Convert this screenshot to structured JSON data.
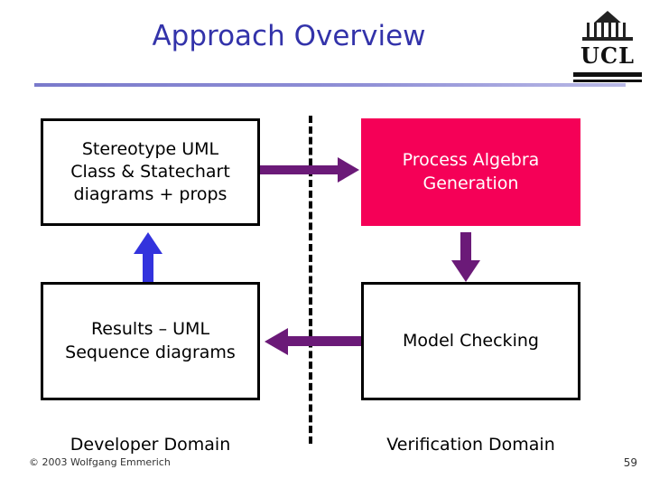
{
  "slide": {
    "title": "Approach Overview",
    "page_number": "59",
    "copyright": "© 2003 Wolfgang Emmerich"
  },
  "logo": {
    "text": "UCL",
    "alt": "ucl-logo"
  },
  "diagram": {
    "boxes": [
      {
        "id": "stereotype",
        "label": "Stereotype UML\nClass & Statechart\ndiagrams + props",
        "fill": "#ffffff",
        "text_color": "#000000"
      },
      {
        "id": "process-algebra",
        "label": "Process Algebra\nGeneration",
        "fill": "#f50057",
        "text_color": "#ffffff"
      },
      {
        "id": "results",
        "label": "Results – UML\nSequence diagrams",
        "fill": "#ffffff",
        "text_color": "#000000"
      },
      {
        "id": "model-checking",
        "label": "Model Checking",
        "fill": "#ffffff",
        "text_color": "#000000"
      }
    ],
    "arrows": [
      {
        "id": "stereotype-to-process-algebra",
        "direction": "right",
        "color": "#6b1a78"
      },
      {
        "id": "process-algebra-to-model-checking",
        "direction": "down",
        "color": "#6b1a78"
      },
      {
        "id": "model-checking-to-results",
        "direction": "left",
        "color": "#6b1a78"
      },
      {
        "id": "results-to-stereotype",
        "direction": "up",
        "color": "#3333dd"
      }
    ],
    "divider": {
      "id": "domain-divider",
      "style": "dashed-vertical",
      "color": "#000000"
    },
    "captions": {
      "developer": "Developer Domain",
      "verification": "Verification Domain"
    }
  },
  "colors": {
    "title": "#3333aa",
    "rule": "#8f8fd6",
    "highlight_box": "#f50057",
    "arrow_purple": "#6b1a78",
    "arrow_blue": "#3333dd"
  }
}
